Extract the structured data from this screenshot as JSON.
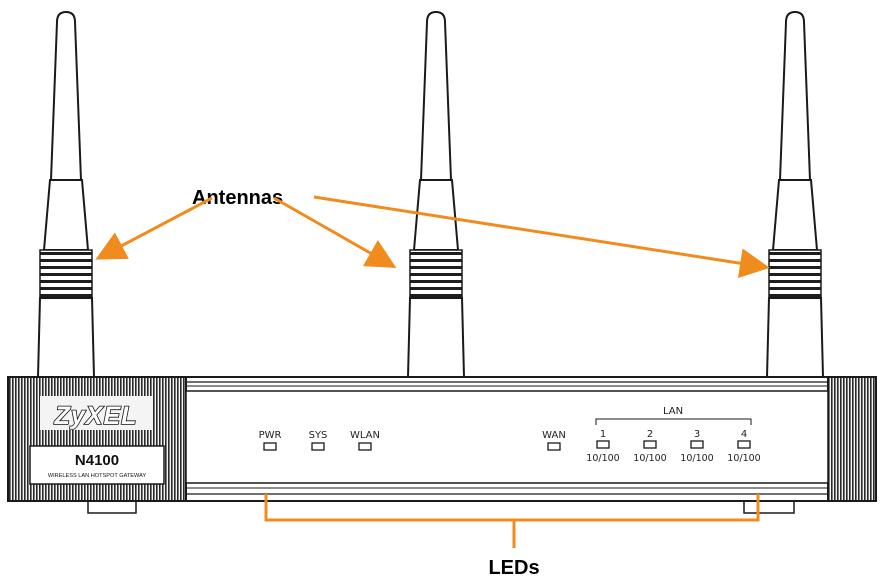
{
  "callouts": {
    "antennas": "Antennas",
    "leds": "LEDs"
  },
  "device": {
    "brand": "ZyXEL",
    "model": "N4100",
    "tagline": "WIRELESS LAN HOTSPOT GATEWAY"
  },
  "leds": {
    "left": [
      "PWR",
      "SYS",
      "WLAN"
    ],
    "wan": "WAN",
    "lan_group": "LAN",
    "lan_ports": [
      "1",
      "2",
      "3",
      "4"
    ],
    "lan_speed": "10/100"
  },
  "colors": {
    "callout_arrow": "#F08C1E",
    "outline": "#1a1a1a",
    "background": "#ffffff"
  }
}
